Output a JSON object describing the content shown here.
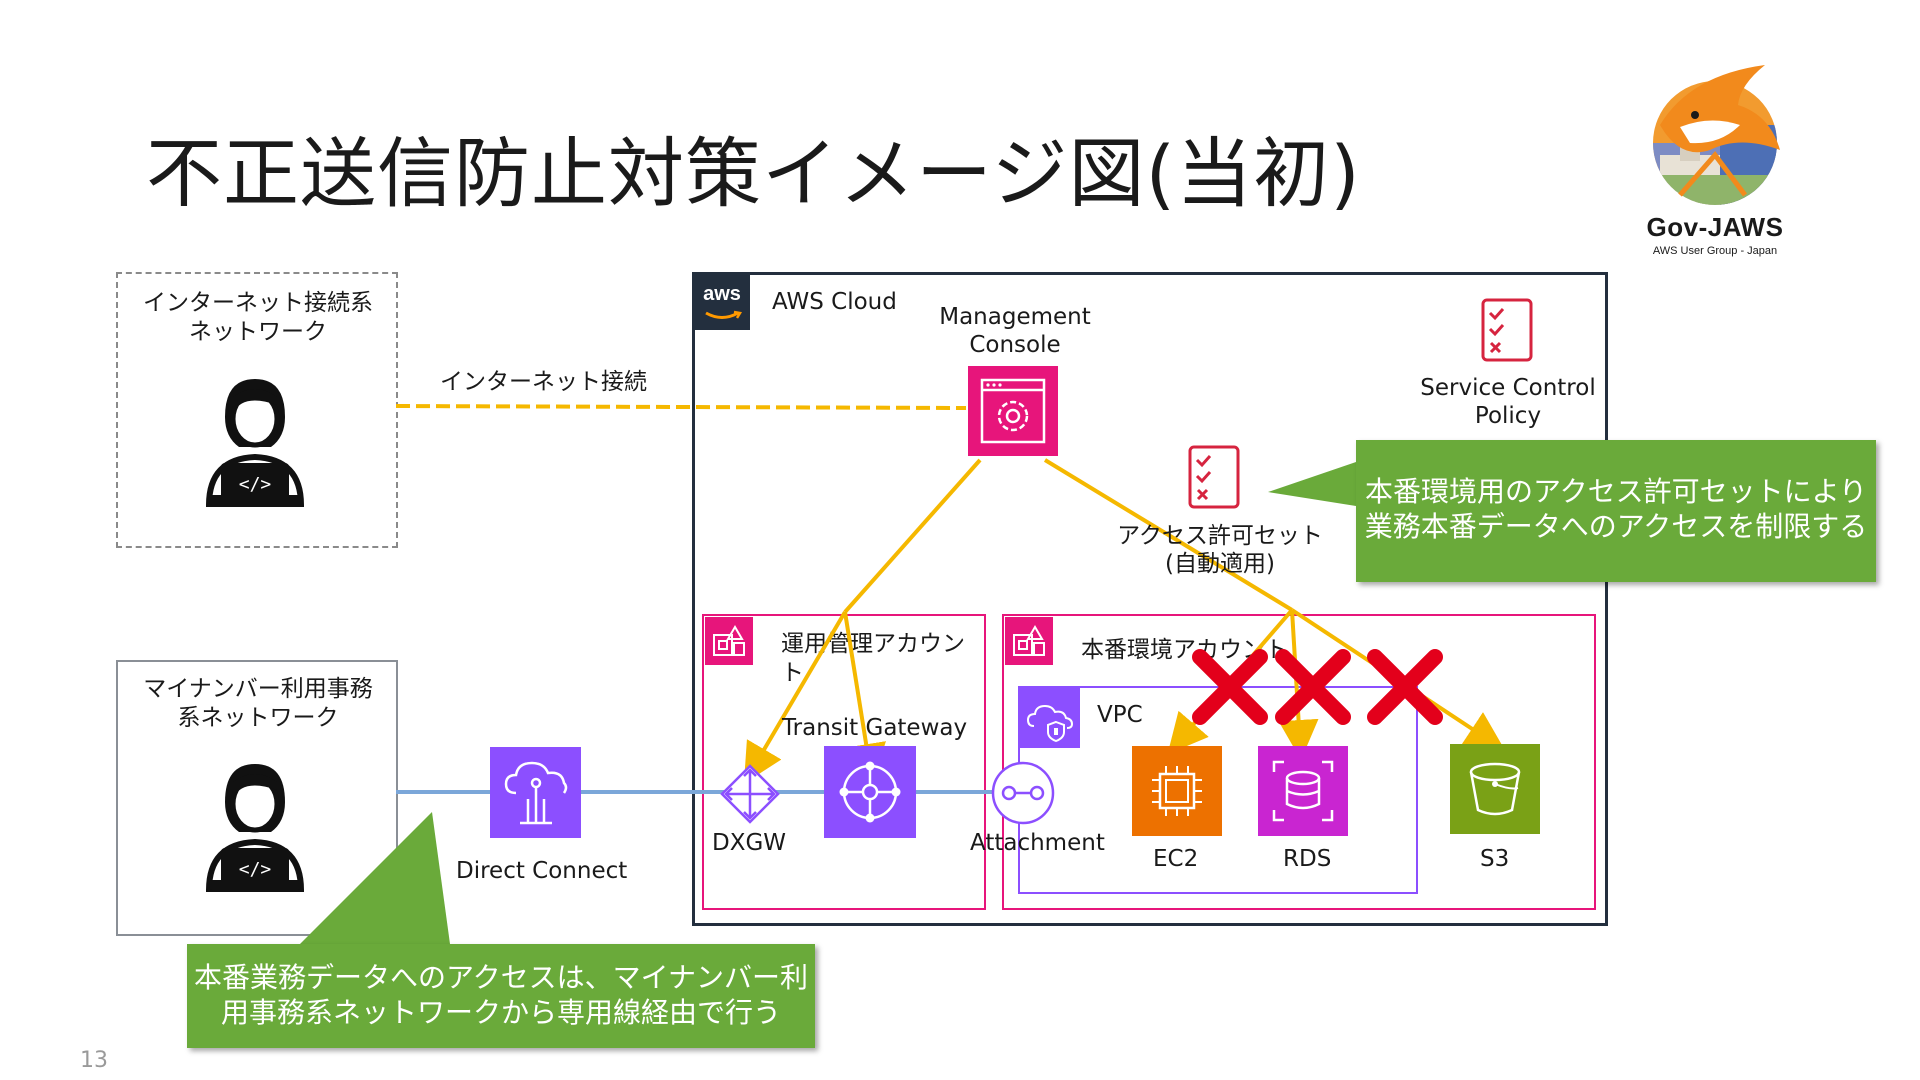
{
  "title": "不正送信防止対策イメージ図(当初)",
  "logo": {
    "name": "Gov-JAWS",
    "sub": "AWS User Group - Japan"
  },
  "networks": {
    "internet": {
      "label_line1": "インターネット接続系",
      "label_line2": "ネットワーク"
    },
    "mynumber": {
      "label_line1": "マイナンバー利用事務",
      "label_line2": "系ネットワーク"
    }
  },
  "links": {
    "internet_connection": "インターネット接続"
  },
  "cloud": {
    "label": "AWS Cloud",
    "badge": "aws"
  },
  "services": {
    "management_console": {
      "line1": "Management",
      "line2": "Console"
    },
    "scp": {
      "line1": "Service Control",
      "line2": "Policy"
    },
    "permission_set": {
      "line1": "アクセス許可セット",
      "line2": "(自動適用)"
    },
    "direct_connect": "Direct Connect",
    "dxgw": "DXGW",
    "transit_gateway": "Transit Gateway",
    "attachment": "Attachment",
    "vpc": "VPC",
    "ec2": "EC2",
    "rds": "RDS",
    "s3": "S3"
  },
  "accounts": {
    "ops": {
      "line1": "運用管理アカウン",
      "line2": "ト"
    },
    "prod": "本番環境アカウント"
  },
  "callouts": {
    "right": {
      "line1": "本番環境用のアクセス許可セットにより",
      "line2": "業務本番データへのアクセスを制限する"
    },
    "bottom": {
      "line1": "本番業務データへのアクセスは、マイナンバー利",
      "line2": "用事務系ネットワークから専用線経由で行う"
    }
  },
  "page_number": "13",
  "colors": {
    "accent_yellow": "#f5b800",
    "link_blue": "#7ba7d9",
    "account_pink": "#e7157b",
    "vpc_purple": "#8c4fff",
    "ec2_orange": "#ed7100",
    "rds_magenta": "#c925d1",
    "s3_green": "#7aa116",
    "deny_red": "#e3001b",
    "callout_green": "#6aaa3a"
  },
  "icons": [
    "developer-icon",
    "management-console-icon",
    "checklist-icon",
    "direct-connect-icon",
    "dxgw-icon",
    "transit-gateway-icon",
    "attachment-icon",
    "ec2-icon",
    "rds-icon",
    "s3-icon",
    "cross-icon",
    "account-icon",
    "vpc-icon"
  ]
}
